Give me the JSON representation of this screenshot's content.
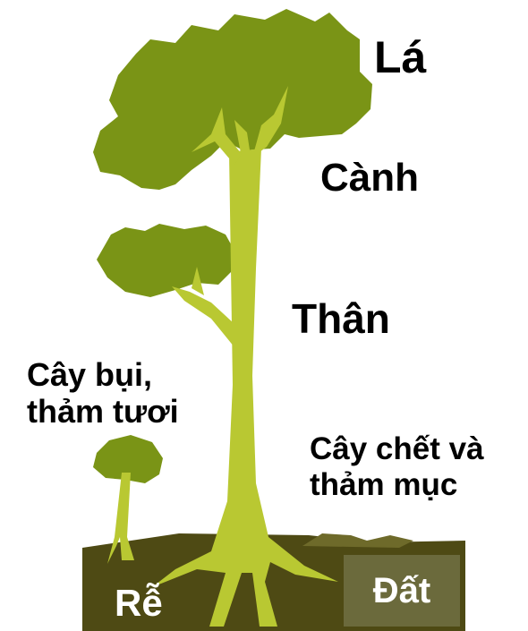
{
  "diagram": {
    "labels": {
      "leaf": "Lá",
      "branch": "Cành",
      "trunk": "Thân",
      "shrub_line1": "Cây bụi,",
      "shrub_line2": "thảm tươi",
      "litter_line1": "Cây chết và",
      "litter_line2": "thảm mục",
      "root": "Rễ",
      "soil": "Đất"
    },
    "colors": {
      "foliage": "#7a9416",
      "trunk": "#b9c832",
      "soil": "#4e4a14",
      "soil_box": "#6b6a3c",
      "text": "#000000",
      "text_on_soil": "#ffffff"
    }
  }
}
